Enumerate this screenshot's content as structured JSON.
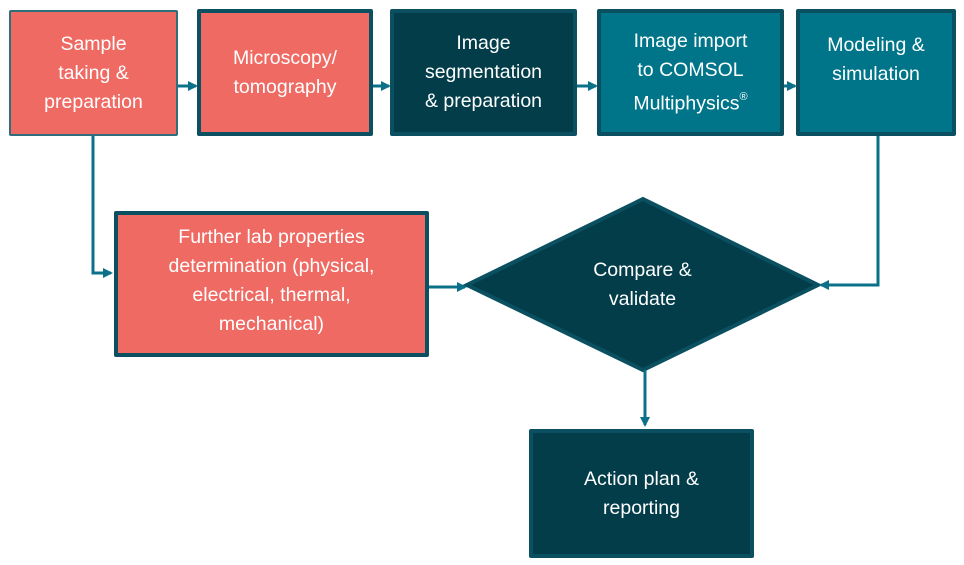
{
  "diagram": {
    "colors": {
      "coral": "#EE6A63",
      "dark_teal": "#033D4A",
      "teal": "#00758A",
      "border": "#0B5060",
      "arrow": "#0A7189",
      "text": "#FFFFFF"
    },
    "nodes": {
      "sample": {
        "label": "Sample\ntaking &\npreparation",
        "shape": "rectangle",
        "color": "coral"
      },
      "microscopy": {
        "label": "Microscopy/\ntomography",
        "shape": "rectangle",
        "color": "coral"
      },
      "segmentation": {
        "label": "Image\nsegmentation\n& preparation",
        "shape": "rectangle",
        "color": "dark_teal"
      },
      "import": {
        "label_main": "Image import\nto COMSOL\nMultiphysics",
        "label_sup": "®",
        "shape": "rectangle",
        "color": "teal"
      },
      "modeling": {
        "label": "Modeling &\nsimulation",
        "shape": "rectangle",
        "color": "teal"
      },
      "lab": {
        "label": "Further lab properties\ndetermination (physical,\nelectrical, thermal,\nmechanical)",
        "shape": "rectangle",
        "color": "coral"
      },
      "compare": {
        "label": "Compare &\nvalidate",
        "shape": "diamond",
        "color": "dark_teal"
      },
      "action": {
        "label": "Action plan &\nreporting",
        "shape": "rectangle",
        "color": "dark_teal"
      }
    },
    "edges": [
      {
        "from": "sample",
        "to": "microscopy"
      },
      {
        "from": "microscopy",
        "to": "segmentation"
      },
      {
        "from": "segmentation",
        "to": "import"
      },
      {
        "from": "import",
        "to": "modeling"
      },
      {
        "from": "sample",
        "to": "lab"
      },
      {
        "from": "lab",
        "to": "compare"
      },
      {
        "from": "modeling",
        "to": "compare"
      },
      {
        "from": "compare",
        "to": "action"
      }
    ]
  }
}
